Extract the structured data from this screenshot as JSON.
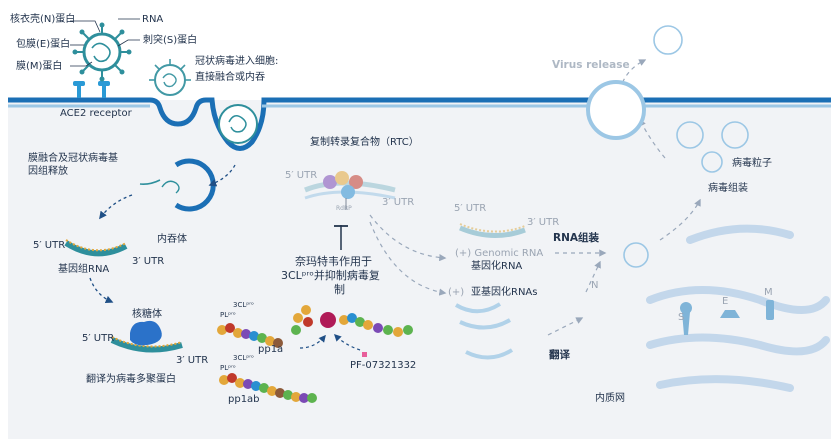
{
  "virion_labels": {
    "nucleocapsid": "核衣壳(N)蛋白",
    "envelope": "包膜(E)蛋白",
    "membrane": "膜(M)蛋白",
    "rna": "RNA",
    "spike": "刺突(S)蛋白",
    "ace2": "ACE2 receptor"
  },
  "entry": {
    "line1": "冠状病毒进入细胞:",
    "line2": "直接融合或内吞"
  },
  "virus_release": "Virus release",
  "fusion_release": {
    "line1": "膜融合及冠状病毒基",
    "line2": "因组释放"
  },
  "endosome": "内吞体",
  "genomic_rna": {
    "utr5": "5′ UTR",
    "utr3": "3′ UTR",
    "label": "基因组RNA"
  },
  "ribosome": {
    "label": "核糖体",
    "utr5": "5′ UTR",
    "utr3": "3′ UTR",
    "translate": "翻译为病毒多聚蛋白"
  },
  "polyproteins": {
    "pl_pro": "PLᵖʳᵒ",
    "cl_pro": "3CLᵖʳᵒ",
    "pp1a": "pp1a",
    "pp1ab": "pp1ab"
  },
  "rtc": {
    "title": "复制转录复合物（RTC）",
    "utr5": "5′ UTR",
    "utr3": "3′ UTR",
    "rdrp": "RdRP"
  },
  "inhibition": {
    "line1": "奈玛特韦作用于",
    "line2": "3CLᵖʳᵒ并抑制病毒复",
    "line3": "制",
    "drug": "PF-07321332"
  },
  "rna_products": {
    "utr5": "5′ UTR",
    "utr3": "3′ UTR",
    "genomic_en": "(+) Genomic RNA",
    "genomic_cn": "基因化RNA",
    "sub_prefix": "(+) ",
    "sub_cn": "亚基因化RNAs",
    "rna_assembly": "RNA组装"
  },
  "translation": "翻译",
  "er": "内质网",
  "structural": {
    "s": "S",
    "e": "E",
    "m": "M",
    "n": "N"
  },
  "assembly": {
    "particle": "病毒粒子",
    "assemble": "病毒组装"
  },
  "colors": {
    "membrane_blue": "#1b6fb5",
    "light_blue": "#9cc7e5",
    "cytoplasm": "#f1f3f6",
    "virion_teal": "#2e8f9c",
    "text": "#23344d"
  }
}
